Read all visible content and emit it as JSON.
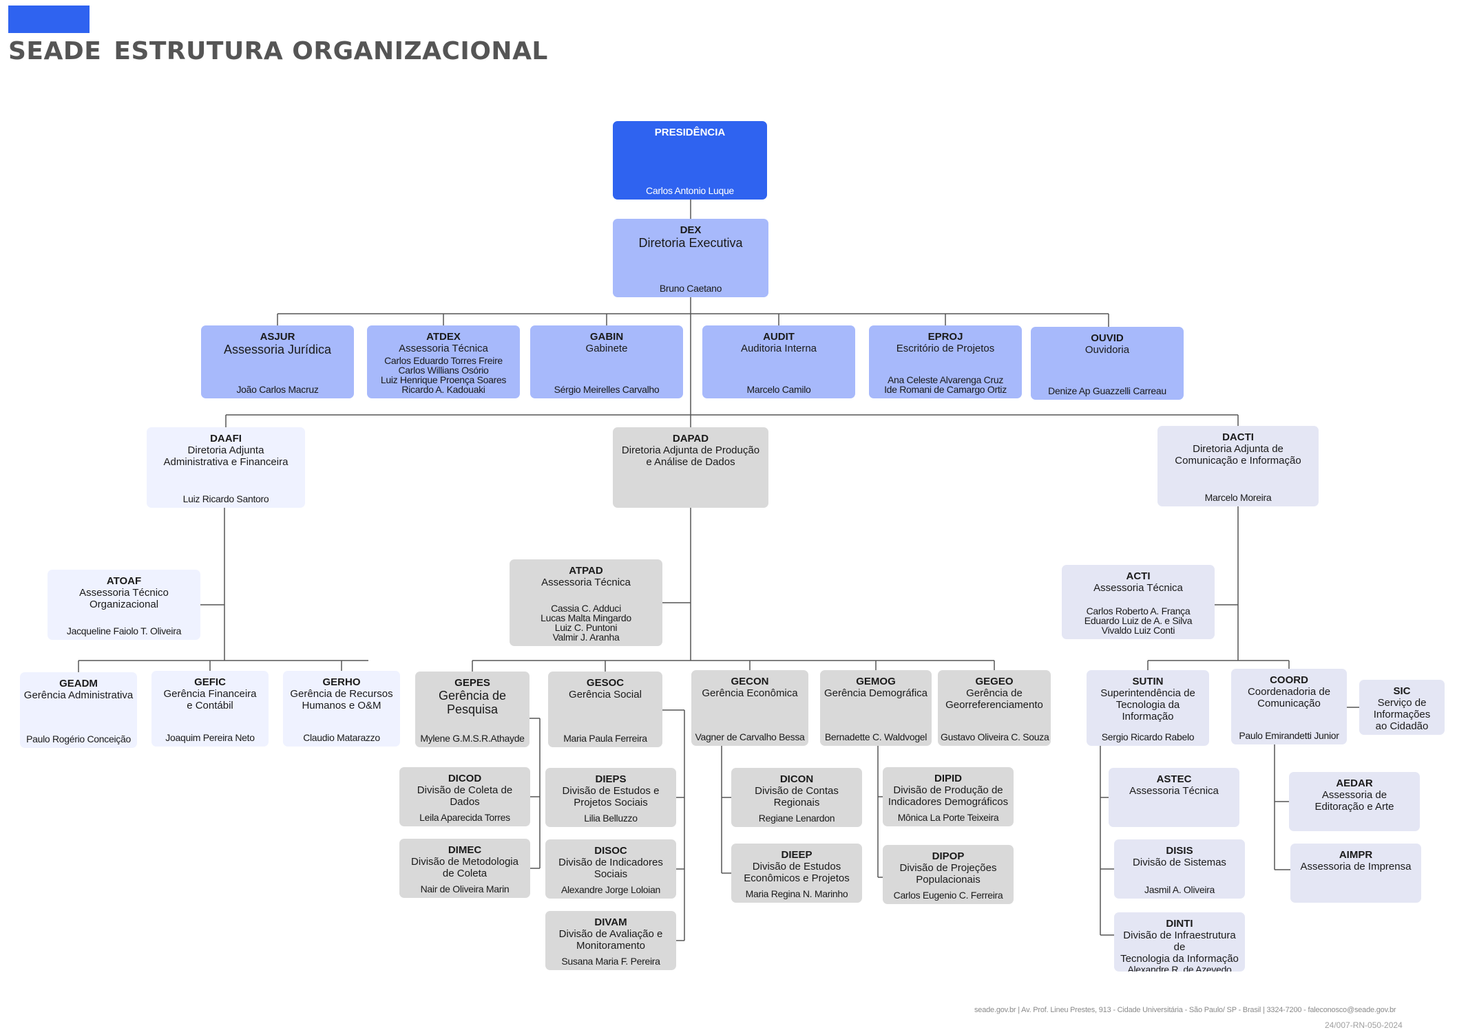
{
  "header": {
    "brand": "SEADE",
    "title": "ESTRUTURA ORGANIZACIONAL",
    "accent_color": "#2f63f0"
  },
  "units": {
    "presidencia": {
      "abbr": "PRESIDÊNCIA",
      "name": "",
      "people": [
        "Carlos Antonio Luque"
      ]
    },
    "dex": {
      "abbr": "DEX",
      "name": "Diretoria Executiva",
      "people": [
        "Bruno Caetano"
      ]
    },
    "asjur": {
      "abbr": "ASJUR",
      "name": "Assessoria Jurídica",
      "people": [
        "João Carlos Macruz"
      ]
    },
    "atdex": {
      "abbr": "ATDEX",
      "name": "Assessoria Técnica",
      "people": [
        "Carlos Eduardo Torres Freire",
        "Carlos Willians Osório",
        "Luiz Henrique Proença Soares",
        "Ricardo A. Kadouaki"
      ]
    },
    "gabin": {
      "abbr": "GABIN",
      "name": "Gabinete",
      "people": [
        "Sérgio Meirelles Carvalho"
      ]
    },
    "audit": {
      "abbr": "AUDIT",
      "name": "Auditoria Interna",
      "people": [
        "Marcelo Camilo"
      ]
    },
    "eproj": {
      "abbr": "EPROJ",
      "name": "Escritório de Projetos",
      "people": [
        "Ana Celeste Alvarenga Cruz",
        "Ide Romani de Camargo Ortiz"
      ]
    },
    "ouvid": {
      "abbr": "OUVID",
      "name": "Ouvidoria",
      "people": [
        "Denize Ap Guazzelli Carreau"
      ]
    },
    "daafi": {
      "abbr": "DAAFI",
      "name": "Diretoria Adjunta\nAdministrativa e Financeira",
      "people": [
        "Luiz Ricardo Santoro"
      ]
    },
    "dapad": {
      "abbr": "DAPAD",
      "name": "Diretoria Adjunta de Produção\ne Análise de Dados",
      "people": []
    },
    "dacti": {
      "abbr": "DACTI",
      "name": "Diretoria Adjunta de\nComunicação e Informação",
      "people": [
        "Marcelo Moreira"
      ]
    },
    "atoaf": {
      "abbr": "ATOAF",
      "name": "Assessoria Técnico\nOrganizacional",
      "people": [
        "Jacqueline Faiolo T. Oliveira"
      ]
    },
    "atpad": {
      "abbr": "ATPAD",
      "name": "Assessoria Técnica",
      "people": [
        "Cassia C. Adduci",
        "Lucas Malta Mingardo",
        "Luiz C. Puntoni",
        "Valmir J. Aranha"
      ]
    },
    "acti": {
      "abbr": "ACTI",
      "name": "Assessoria Técnica",
      "people": [
        "Carlos Roberto A. França",
        "Eduardo Luiz de A. e Silva",
        "Vivaldo Luiz Conti"
      ]
    },
    "geadm": {
      "abbr": "GEADM",
      "name": "Gerência Administrativa",
      "people": [
        "Paulo Rogério Conceição"
      ]
    },
    "gefic": {
      "abbr": "GEFIC",
      "name": "Gerência Financeira\ne Contábil",
      "people": [
        "Joaquim Pereira Neto"
      ]
    },
    "gerho": {
      "abbr": "GERHO",
      "name": "Gerência de Recursos\nHumanos e O&M",
      "people": [
        "Claudio Matarazzo"
      ]
    },
    "gepes": {
      "abbr": "GEPES",
      "name": "Gerência de Pesquisa",
      "people": [
        "Mylene G.M.S.R.Athayde"
      ]
    },
    "gesoc": {
      "abbr": "GESOC",
      "name": "Gerência Social",
      "people": [
        "Maria Paula Ferreira"
      ]
    },
    "gecon": {
      "abbr": "GECON",
      "name": "Gerência Econômica",
      "people": [
        "Vagner de Carvalho Bessa"
      ]
    },
    "gemog": {
      "abbr": "GEMOG",
      "name": "Gerência Demográfica",
      "people": [
        "Bernadette C. Waldvogel"
      ]
    },
    "gegeo": {
      "abbr": "GEGEO",
      "name": "Gerência de\nGeorreferenciamento",
      "people": [
        "Gustavo Oliveira C. Souza"
      ]
    },
    "sutin": {
      "abbr": "SUTIN",
      "name": "Superintendência de\nTecnologia da Informação",
      "people": [
        "Sergio Ricardo Rabelo"
      ]
    },
    "coord": {
      "abbr": "COORD",
      "name": "Coordenadoria de\nComunicação",
      "people": [
        "Paulo Emirandetti Junior"
      ]
    },
    "sic": {
      "abbr": "SIC",
      "name": "Serviço de\nInformações\nao Cidadão",
      "people": []
    },
    "dicod": {
      "abbr": "DICOD",
      "name": "Divisão de Coleta de\nDados",
      "people": [
        "Leila Aparecida Torres"
      ]
    },
    "dimec": {
      "abbr": "DIMEC",
      "name": "Divisão de Metodologia\nde Coleta",
      "people": [
        "Nair de Oliveira Marin"
      ]
    },
    "dieps": {
      "abbr": "DIEPS",
      "name": "Divisão de Estudos e\nProjetos Sociais",
      "people": [
        "Lilia Belluzzo"
      ]
    },
    "disoc": {
      "abbr": "DISOC",
      "name": "Divisão de Indicadores\nSociais",
      "people": [
        "Alexandre Jorge Loloian"
      ]
    },
    "divam": {
      "abbr": "DIVAM",
      "name": "Divisão de Avaliação e\nMonitoramento",
      "people": [
        "Susana Maria F. Pereira"
      ]
    },
    "dicon": {
      "abbr": "DICON",
      "name": "Divisão de Contas\nRegionais",
      "people": [
        "Regiane Lenardon"
      ]
    },
    "dieep": {
      "abbr": "DIEEP",
      "name": "Divisão de Estudos\nEconômicos e Projetos",
      "people": [
        "Maria Regina N. Marinho"
      ]
    },
    "dipid": {
      "abbr": "DIPID",
      "name": "Divisão de Produção de\nIndicadores Demográficos",
      "people": [
        "Mônica La Porte Teixeira"
      ]
    },
    "dipop": {
      "abbr": "DIPOP",
      "name": "Divisão de Projeções\nPopulacionais",
      "people": [
        "Carlos Eugenio C. Ferreira"
      ]
    },
    "astec": {
      "abbr": "ASTEC",
      "name": "Assessoria Técnica",
      "people": []
    },
    "disis": {
      "abbr": "DISIS",
      "name": "Divisão de Sistemas",
      "people": [
        "Jasmil A. Oliveira"
      ]
    },
    "dinti": {
      "abbr": "DINTI",
      "name": "Divisão de Infraestrutura de\nTecnologia da Informação",
      "people": [
        "Alexandre R. de Azevedo"
      ]
    },
    "aedar": {
      "abbr": "AEDAR",
      "name": "Assessoria de\nEditoração e Arte",
      "people": []
    },
    "aimpr": {
      "abbr": "AIMPR",
      "name": "Assessoria de Imprensa",
      "people": []
    }
  },
  "footer": {
    "contact": "seade.gov.br | Av. Prof. Lineu Prestes, 913 - Cidade Universitária - São Paulo/ SP - Brasil | 3324-7200 - faleconosco@seade.gov.br",
    "doc_id": "24/007-RN-050-2024"
  },
  "colors": {
    "presidencia": "#2f63f0",
    "level1": "#a7b9fb",
    "level2": "#eff2ff",
    "dacti_branch": "#e4e6f4",
    "dapad_branch": "#d9d9d9",
    "connector": "#555555"
  }
}
